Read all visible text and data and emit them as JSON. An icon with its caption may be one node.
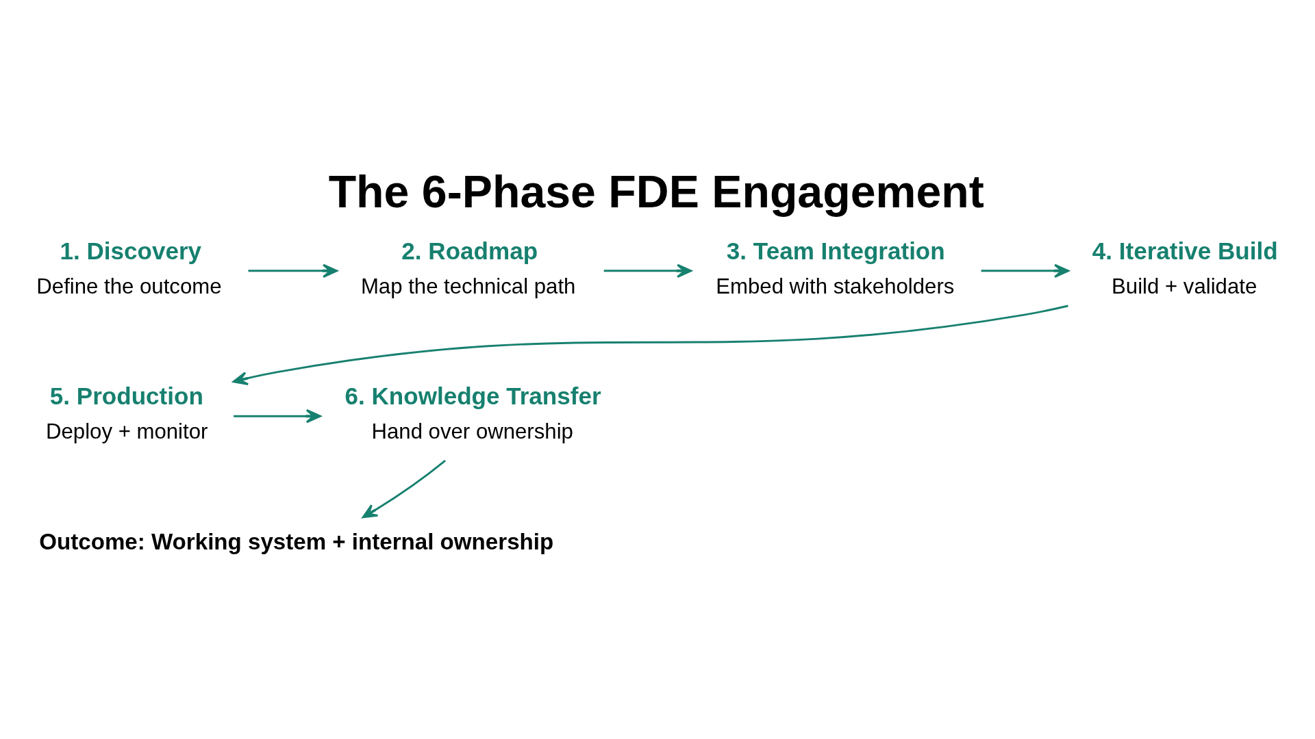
{
  "diagram": {
    "title": "The 6-Phase FDE Engagement",
    "nodes": [
      {
        "text": [
          "1. Discovery",
          "Define the outcome"
        ]
      },
      {
        "text": [
          "2. Roadmap",
          "Map the technical path"
        ]
      },
      {
        "text": [
          "3. Team Integration",
          "Embed with stakeholders"
        ]
      },
      {
        "text": [
          "4. Iterative Build",
          "Build + validate"
        ]
      },
      {
        "text": [
          "5. Production",
          "Deploy + monitor"
        ]
      },
      {
        "text": [
          "6. Knowledge Transfer",
          "Hand over ownership"
        ]
      },
      {
        "text": [
          "Outcome: Working system + internal ownership"
        ]
      }
    ],
    "edges": [
      {
        "from": 0,
        "to": 1,
        "arrow": "to"
      },
      {
        "from": 1,
        "to": 2,
        "arrow": "to"
      },
      {
        "from": 2,
        "to": 3,
        "arrow": "to"
      },
      {
        "from": 3,
        "to": 4,
        "arrow": "to"
      },
      {
        "from": 4,
        "to": 5,
        "arrow": "to"
      },
      {
        "from": 5,
        "to": 6,
        "arrow": "to"
      }
    ]
  }
}
